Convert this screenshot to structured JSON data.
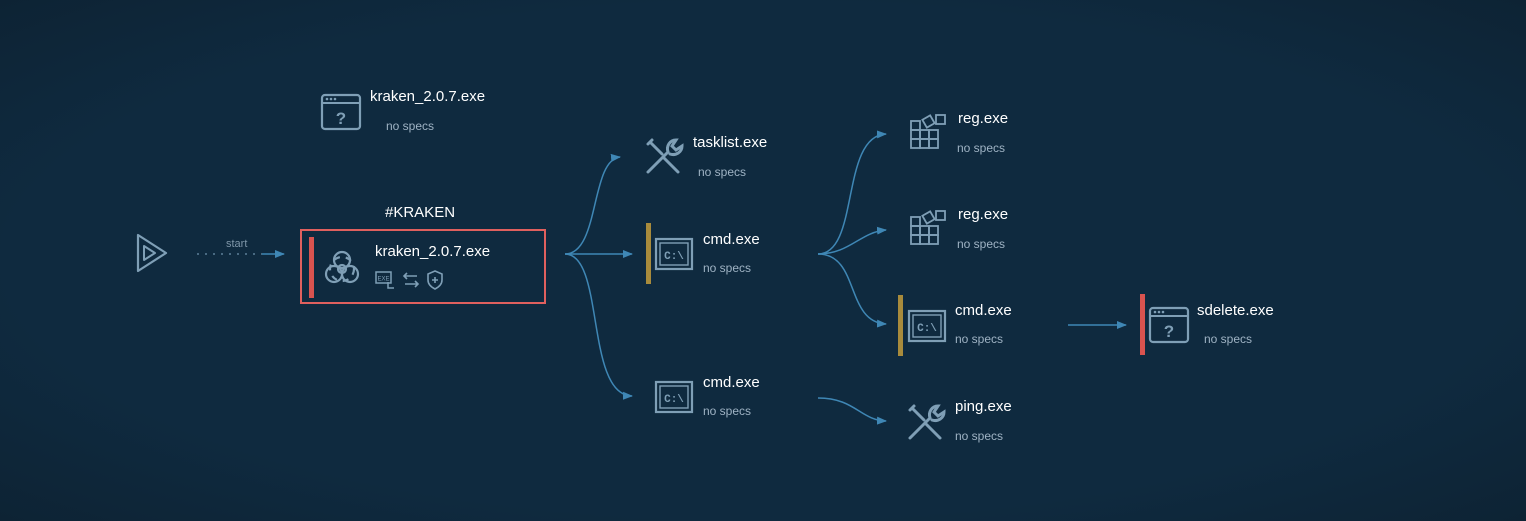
{
  "colors": {
    "background": "#0f2538",
    "edge": "#3f87b5",
    "icon": "#7f9fb6",
    "danger": "#d9534f",
    "warning": "#a88b3c",
    "selected_border": "#e0605e"
  },
  "start": {
    "label": "start",
    "icon": "play-icon"
  },
  "group": {
    "label": "#KRAKEN"
  },
  "nodes": {
    "kraken_top": {
      "name": "kraken_2.0.7.exe",
      "spec": "no specs",
      "icon": "unknown-app-icon"
    },
    "kraken_main": {
      "name": "kraken_2.0.7.exe",
      "icon": "biohazard-icon",
      "badges": [
        "exe-drop-icon",
        "network-exchange-icon",
        "shield-plus-icon"
      ],
      "status": "danger"
    },
    "tasklist": {
      "name": "tasklist.exe",
      "spec": "no specs",
      "icon": "tools-icon"
    },
    "cmd1": {
      "name": "cmd.exe",
      "spec": "no specs",
      "icon": "cmd-icon",
      "status": "warning"
    },
    "cmd2": {
      "name": "cmd.exe",
      "spec": "no specs",
      "icon": "cmd-icon"
    },
    "reg1": {
      "name": "reg.exe",
      "spec": "no specs",
      "icon": "registry-icon"
    },
    "reg2": {
      "name": "reg.exe",
      "spec": "no specs",
      "icon": "registry-icon"
    },
    "cmd3": {
      "name": "cmd.exe",
      "spec": "no specs",
      "icon": "cmd-icon",
      "status": "warning"
    },
    "ping": {
      "name": "ping.exe",
      "spec": "no specs",
      "icon": "tools-icon"
    },
    "sdelete": {
      "name": "sdelete.exe",
      "spec": "no specs",
      "icon": "unknown-app-icon",
      "status": "danger"
    }
  }
}
